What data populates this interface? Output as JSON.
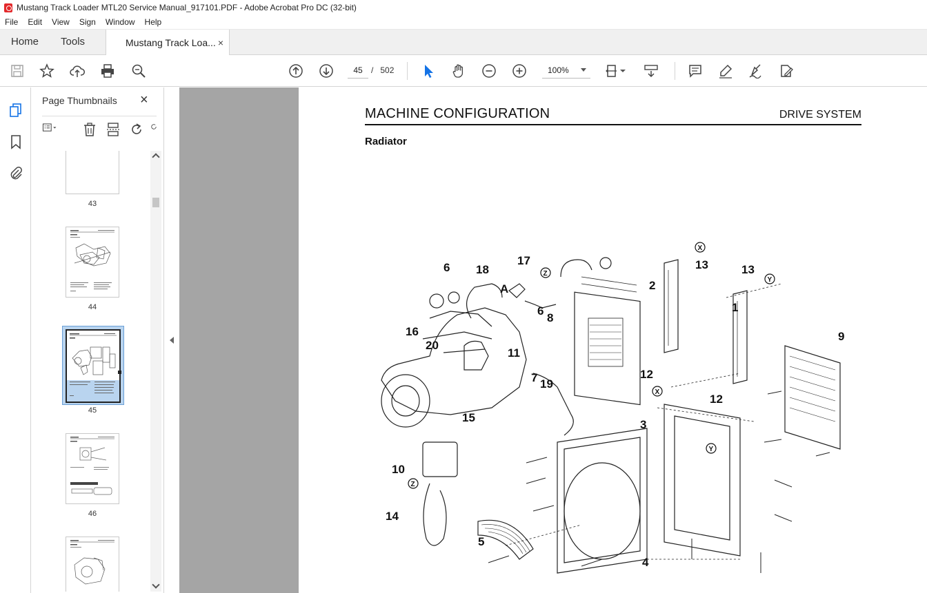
{
  "window": {
    "title": "Mustang Track Loader MTL20 Service Manual_917101.PDF - Adobe Acrobat Pro DC (32-bit)"
  },
  "menu": [
    "File",
    "Edit",
    "View",
    "Sign",
    "Window",
    "Help"
  ],
  "tabs": {
    "home": "Home",
    "tools": "Tools",
    "document": "Mustang Track Loa...",
    "close": "×"
  },
  "toolbar": {
    "current_page": "45",
    "page_separator": "/",
    "total_pages": "502",
    "zoom": "100%"
  },
  "panel": {
    "title": "Page Thumbnails",
    "close": "×",
    "thumbnails": [
      {
        "label": "43",
        "selected": false
      },
      {
        "label": "44",
        "selected": false
      },
      {
        "label": "45",
        "selected": true
      },
      {
        "label": "46",
        "selected": false
      },
      {
        "label": "",
        "selected": false
      }
    ]
  },
  "document": {
    "heading": "MACHINE CONFIGURATION",
    "section": "DRIVE SYSTEM",
    "subheading": "Radiator",
    "callouts": [
      "1",
      "2",
      "3",
      "4",
      "5",
      "6",
      "6",
      "7",
      "8",
      "9",
      "10",
      "11",
      "12",
      "12",
      "13",
      "13",
      "14",
      "15",
      "16",
      "17",
      "18",
      "19",
      "20",
      "A",
      "X",
      "X",
      "Y",
      "Y",
      "Z",
      "Z"
    ]
  },
  "colors": {
    "accent": "#1473e6",
    "viewer_bg": "#a5a5a5",
    "selection": "#b9d4ef"
  }
}
